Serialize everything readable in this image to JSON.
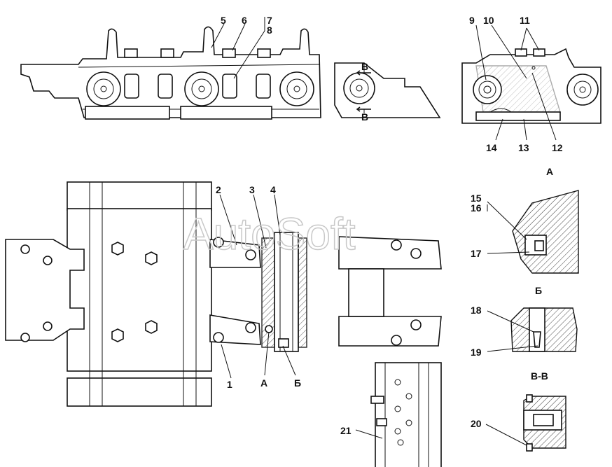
{
  "watermark": "AutoSoft",
  "callouts": [
    "1",
    "2",
    "3",
    "4",
    "5",
    "6",
    "7",
    "8",
    "9",
    "10",
    "11",
    "12",
    "13",
    "14",
    "15",
    "16",
    "17",
    "18",
    "19",
    "20",
    "21"
  ],
  "view_labels": {
    "section_a": "А",
    "section_b": "Б",
    "section_vv": "В-В",
    "mark_a": "А",
    "mark_b": "Б",
    "cut_top": "В",
    "cut_bottom": "В"
  }
}
